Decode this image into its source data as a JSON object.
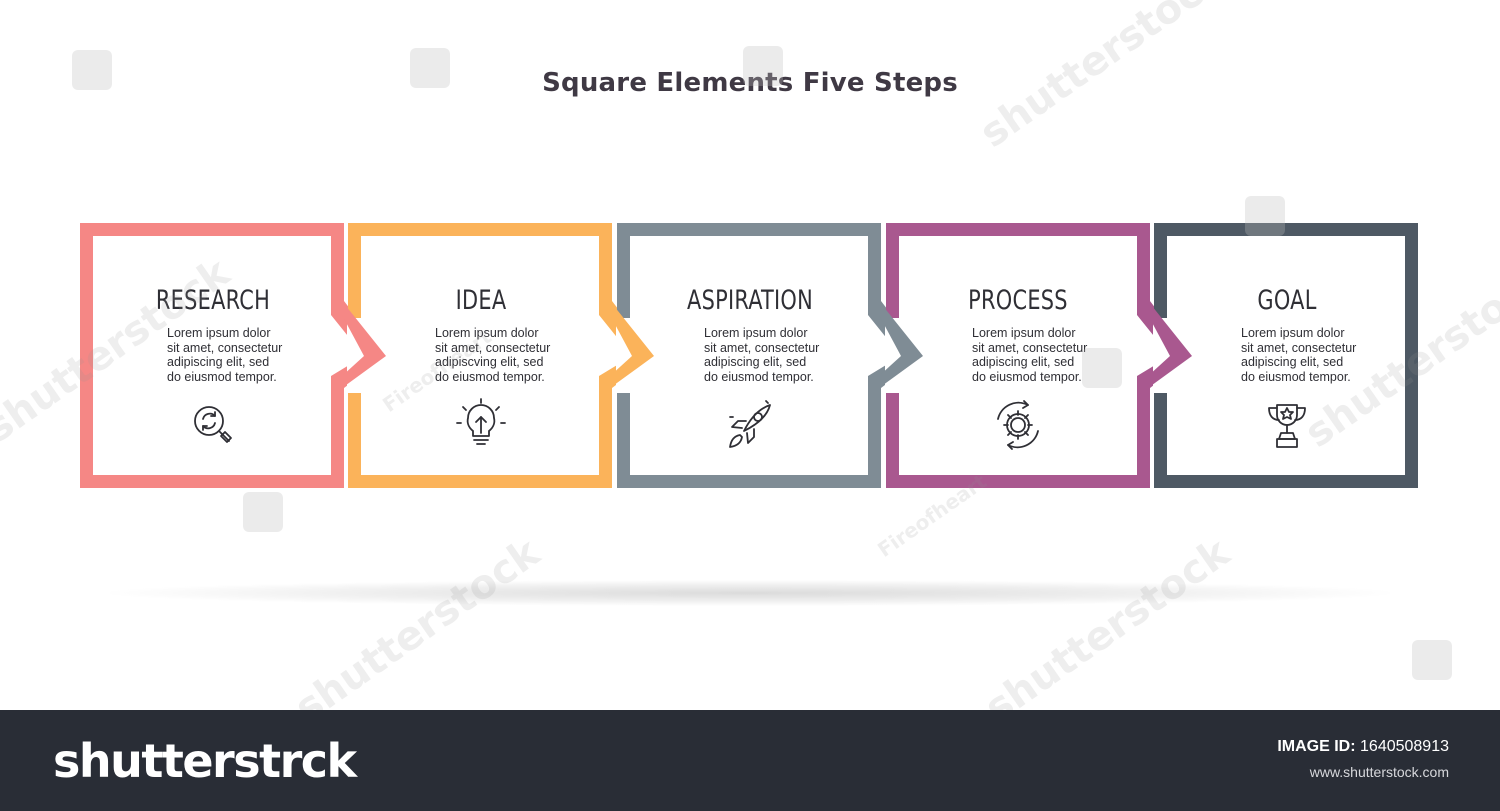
{
  "title": "Square Elements Five Steps",
  "steps": [
    {
      "heading": "RESEARCH",
      "lines": [
        "Lorem ipsum dolor",
        "sit amet, consectetur",
        "adipiscing elit, sed",
        "do eiusmod tempor."
      ],
      "color": "#f58785",
      "icon": "magnifier-refresh-icon"
    },
    {
      "heading": "IDEA",
      "lines": [
        "Lorem ipsum dolor",
        "sit amet, consectetur",
        "adipiscving elit, sed",
        "do eiusmod tempor."
      ],
      "color": "#fbb35a",
      "icon": "lightbulb-icon"
    },
    {
      "heading": "ASPIRATION",
      "lines": [
        "Lorem ipsum dolor",
        "sit amet, consectetur",
        "adipiscing elit, sed",
        "do eiusmod tempor."
      ],
      "color": "#7f8c95",
      "icon": "rocket-icon"
    },
    {
      "heading": "PROCESS",
      "lines": [
        "Lorem ipsum dolor",
        "sit amet, consectetur",
        "adipiscing elit, sed",
        "do eiusmod tempor."
      ],
      "color": "#a9588f",
      "icon": "gear-cycle-icon"
    },
    {
      "heading": "GOAL",
      "lines": [
        "Lorem ipsum dolor",
        "sit amet, consectetur",
        "adipiscing elit, sed",
        "do eiusmod tempor."
      ],
      "color": "#4e5964",
      "icon": "trophy-icon"
    }
  ],
  "watermark": {
    "brand": "shutterstock",
    "author": "Fireofheart"
  },
  "footer": {
    "brand": "shutterstrck",
    "image_id_label": "IMAGE ID:",
    "image_id": "1640508913",
    "site": "www.shutterstock.com"
  }
}
